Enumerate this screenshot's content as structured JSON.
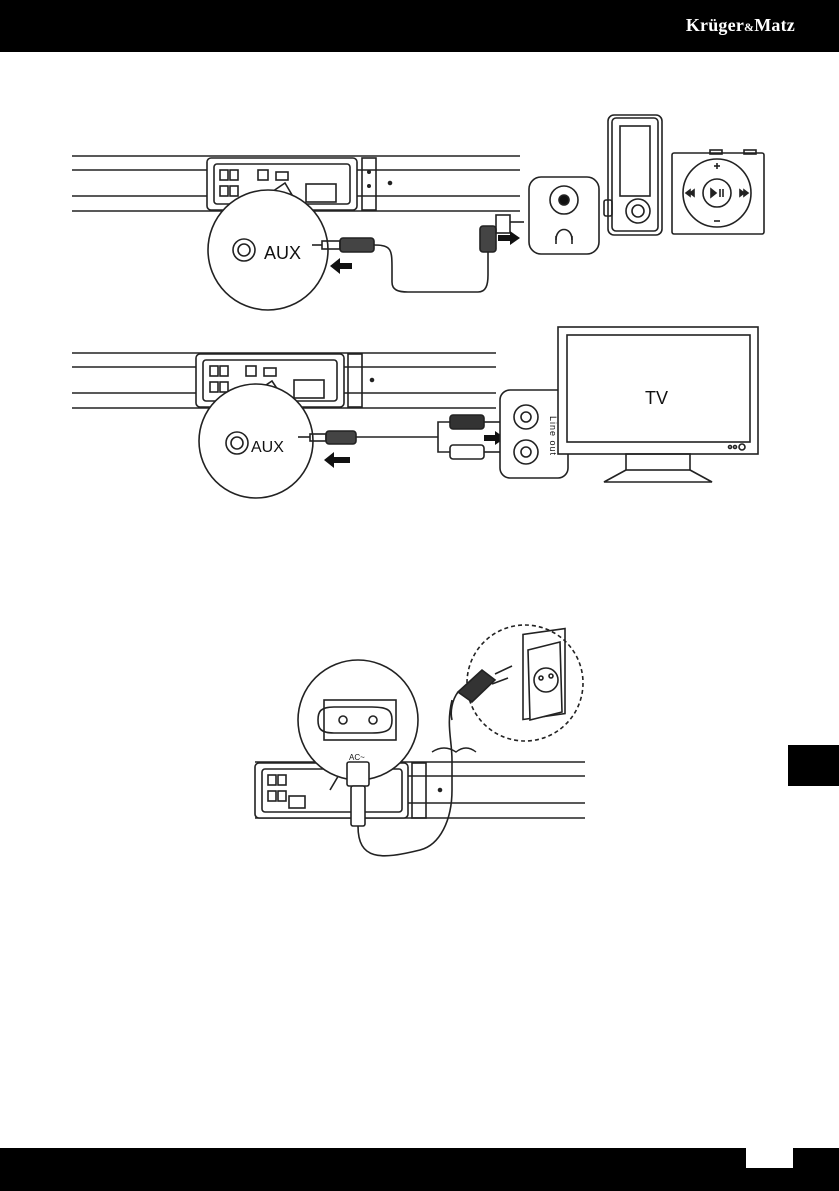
{
  "header": {
    "brand_main": "Krüger",
    "brand_amp": "&",
    "brand_tail": "Matz"
  },
  "figure_aux_player": {
    "jack_label": "AUX"
  },
  "figure_aux_tv": {
    "jack_label": "AUX",
    "output_label": "Line out",
    "device_label": "TV"
  },
  "figure_power": {
    "socket_label": "AC~"
  },
  "colors": {
    "bar": "#000000",
    "line": "#222222",
    "page": "#ffffff"
  }
}
